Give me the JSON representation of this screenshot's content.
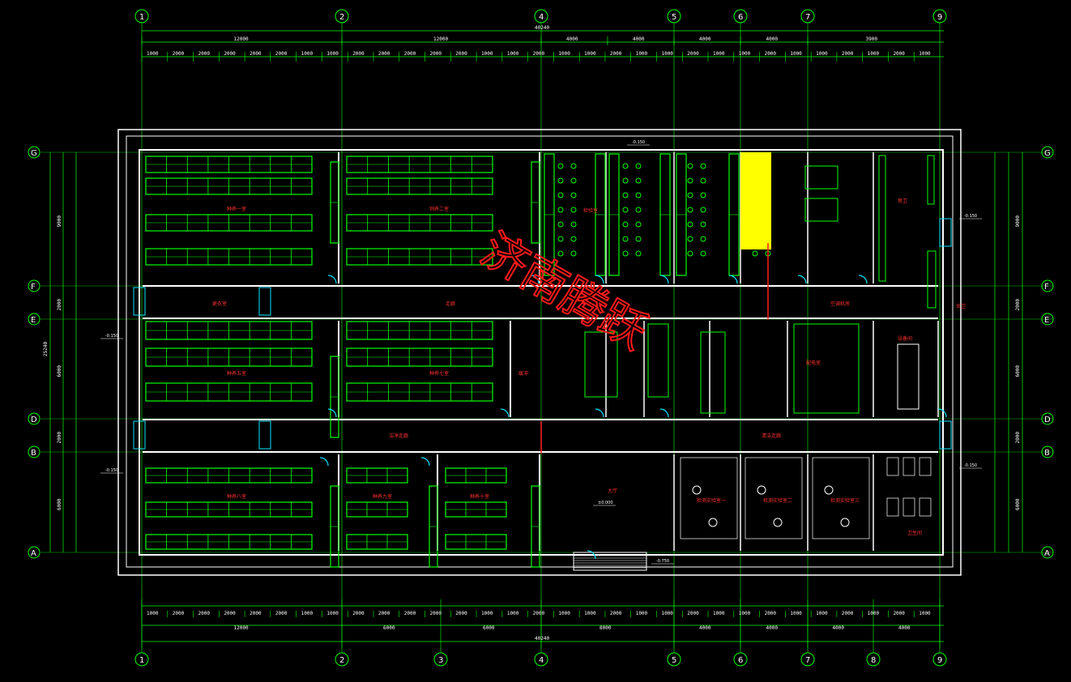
{
  "drawing": {
    "watermark": "济南腾跃",
    "colors": {
      "background": "#000000",
      "wall": "#ffffff",
      "dimension": "#00ff00",
      "furniture": "#00ff00",
      "door": "#00e5ff",
      "room_label": "#ff3030",
      "highlight": "#ffff00"
    },
    "grid_columns": [
      "1",
      "2",
      "4",
      "5",
      "6",
      "7",
      "9"
    ],
    "grid_columns_bottom": [
      "1",
      "2",
      "3",
      "4",
      "5",
      "6",
      "7",
      "8",
      "9"
    ],
    "grid_rows": [
      "G",
      "F",
      "E",
      "D",
      "B",
      "A"
    ],
    "overall_width": "40240",
    "top_dims_major": [
      "12000",
      "12000",
      "4000",
      "4000",
      "4000",
      "4000",
      "3900"
    ],
    "top_dims_minor": [
      "1000",
      "2000",
      "2000",
      "2000",
      "2000",
      "2000",
      "1000",
      "1000",
      "2000",
      "2000",
      "2000",
      "2000",
      "2000",
      "1000",
      "1000",
      "2000",
      "1000",
      "1000",
      "2000",
      "1000",
      "1000",
      "2000",
      "1000",
      "1000",
      "2000",
      "1000",
      "1000",
      "2000",
      "1000",
      "2000",
      "1000"
    ],
    "bottom_dims_major": [
      "12000",
      "6000",
      "6000",
      "8000",
      "4000",
      "4000",
      "4000",
      "4000"
    ],
    "left_dims": [
      "9000",
      "2000",
      "6000",
      "2000",
      "6000"
    ],
    "left_total": "25240",
    "right_dims": [
      "9000",
      "2000",
      "6000",
      "2000",
      "6000"
    ],
    "levels": [
      "-0.150",
      "-0.150",
      "-0.150",
      "-0.150",
      "-0.150",
      "±0.000",
      "-0.750"
    ],
    "rooms": [
      "种养一室",
      "饲养二室",
      "更衣室",
      "走廊",
      "检验室",
      "种养五室",
      "种养七室",
      "缓冲",
      "洁净走廊",
      "种养八室",
      "种养九室",
      "种养十室",
      "大厅",
      "清洁走廊",
      "检测实验室一",
      "检测实验室二",
      "检测实验室三",
      "配电室",
      "设备间",
      "卫生间",
      "空调机房",
      "男卫",
      "女卫"
    ]
  }
}
